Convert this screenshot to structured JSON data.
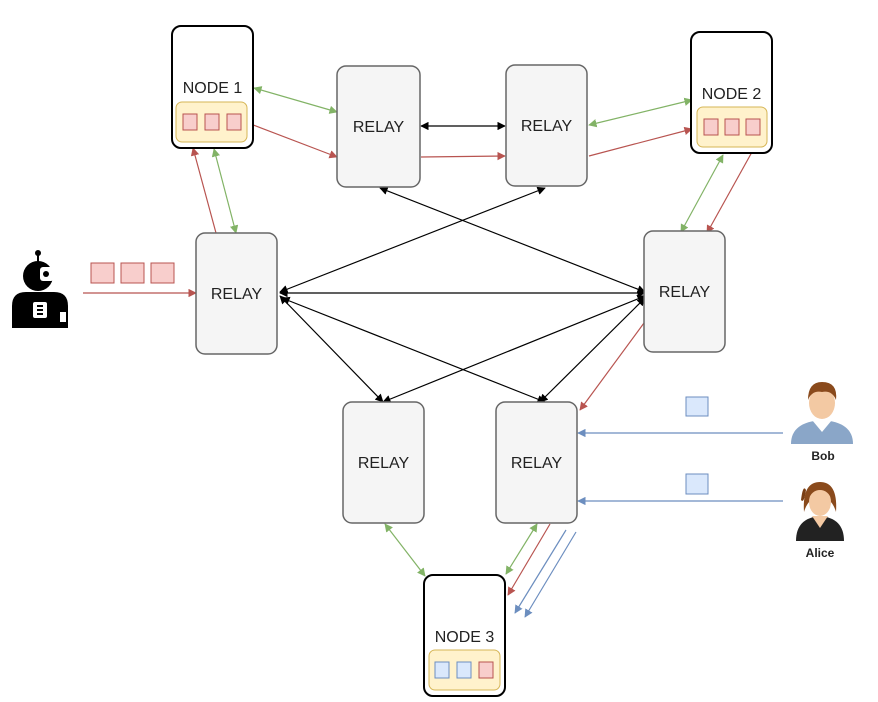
{
  "nodes": [
    {
      "id": "node-1",
      "label": "NODE 1",
      "queue": [
        "red",
        "red",
        "red"
      ]
    },
    {
      "id": "node-2",
      "label": "NODE 2",
      "queue": [
        "red",
        "red",
        "red"
      ]
    },
    {
      "id": "node-3",
      "label": "NODE 3",
      "queue": [
        "blue",
        "blue",
        "red"
      ]
    }
  ],
  "relays": [
    {
      "id": "relay-top-left",
      "label": "RELAY"
    },
    {
      "id": "relay-top-right",
      "label": "RELAY"
    },
    {
      "id": "relay-mid-left",
      "label": "RELAY"
    },
    {
      "id": "relay-mid-right",
      "label": "RELAY"
    },
    {
      "id": "relay-bottom-left",
      "label": "RELAY"
    },
    {
      "id": "relay-bottom-right",
      "label": "RELAY"
    }
  ],
  "actors": {
    "attacker": {
      "icon": "robot-attacker-icon",
      "packet_color": "red",
      "packet_count": 3
    },
    "bob": {
      "label": "Bob",
      "icon": "man-avatar-icon",
      "packet_color": "blue"
    },
    "alice": {
      "label": "Alice",
      "icon": "woman-avatar-icon",
      "packet_color": "blue"
    }
  },
  "colors": {
    "red_packet_fill": "#f8cecc",
    "red_packet_stroke": "#b85450",
    "blue_packet_fill": "#dae8fc",
    "blue_packet_stroke": "#6c8ebf",
    "red_arrow": "#b85450",
    "green_arrow": "#82b366",
    "blue_arrow": "#6c8ebf",
    "black_arrow": "#000000",
    "relay_fill": "#f5f5f5",
    "relay_stroke": "#666666",
    "queue_fill": "#fff2cc",
    "queue_stroke": "#d6b656"
  }
}
